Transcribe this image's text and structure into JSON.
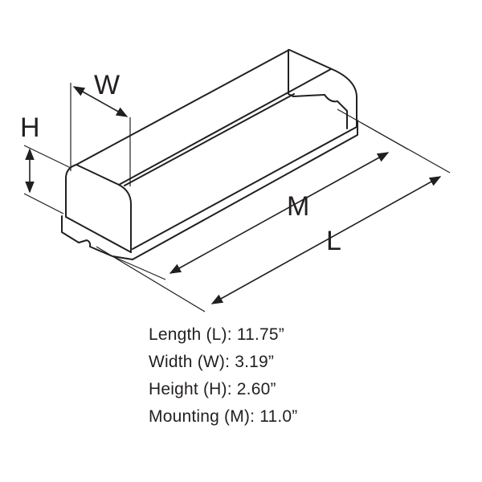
{
  "dimension_labels": {
    "width": "W",
    "height": "H",
    "mounting": "M",
    "length": "L"
  },
  "specs": [
    {
      "label": "Length (L):",
      "value": "11.75”"
    },
    {
      "label": "Width (W):",
      "value": "3.19”"
    },
    {
      "label": "Height (H):",
      "value": "2.60”"
    },
    {
      "label": "Mounting (M):",
      "value": "11.0”"
    }
  ],
  "colors": {
    "line": "#231f20",
    "background": "#ffffff"
  }
}
